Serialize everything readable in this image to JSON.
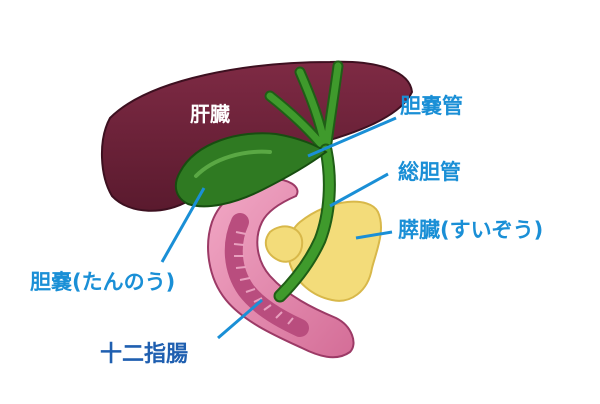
{
  "labels": {
    "liver": "肝臓",
    "gallbladder_duct": "胆嚢管",
    "common_bile_duct": "総胆管",
    "pancreas": "膵臓(すいぞう)",
    "gallbladder": "胆嚢(たんのう)",
    "duodenum": "十二指腸"
  },
  "colors": {
    "liver": "#6e2238",
    "gallbladder": "#2f7a22",
    "duct": "#3a8f2a",
    "pancreas": "#f3dc7a",
    "duodenum": "#e58bb0",
    "duodenum_inner": "#c85a88",
    "leader_line": "#1a8fd6",
    "label_text": "#1a8fd6",
    "label_text_dark": "#1f5fb0"
  }
}
